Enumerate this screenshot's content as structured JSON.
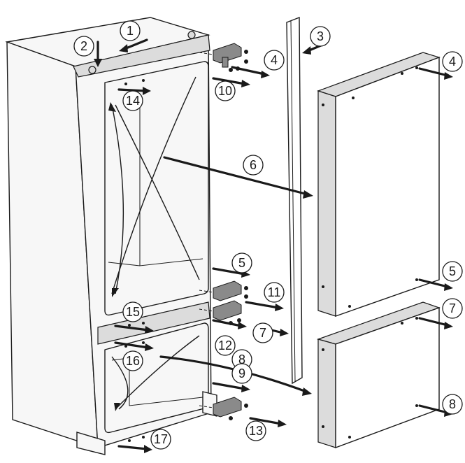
{
  "callouts": [
    {
      "id": "c1",
      "label": "1"
    },
    {
      "id": "c2",
      "label": "2"
    },
    {
      "id": "c3",
      "label": "3"
    },
    {
      "id": "c4a",
      "label": "4"
    },
    {
      "id": "c4b",
      "label": "4"
    },
    {
      "id": "c10",
      "label": "10"
    },
    {
      "id": "c14",
      "label": "14"
    },
    {
      "id": "c6",
      "label": "6"
    },
    {
      "id": "c5a",
      "label": "5"
    },
    {
      "id": "c5b",
      "label": "5"
    },
    {
      "id": "c11",
      "label": "11"
    },
    {
      "id": "c7a",
      "label": "7"
    },
    {
      "id": "c7b",
      "label": "7"
    },
    {
      "id": "c15",
      "label": "15"
    },
    {
      "id": "c12",
      "label": "12"
    },
    {
      "id": "c8a",
      "label": "8"
    },
    {
      "id": "c8b",
      "label": "8"
    },
    {
      "id": "c9",
      "label": "9"
    },
    {
      "id": "c16",
      "label": "16"
    },
    {
      "id": "c13",
      "label": "13"
    },
    {
      "id": "c17",
      "label": "17"
    }
  ]
}
